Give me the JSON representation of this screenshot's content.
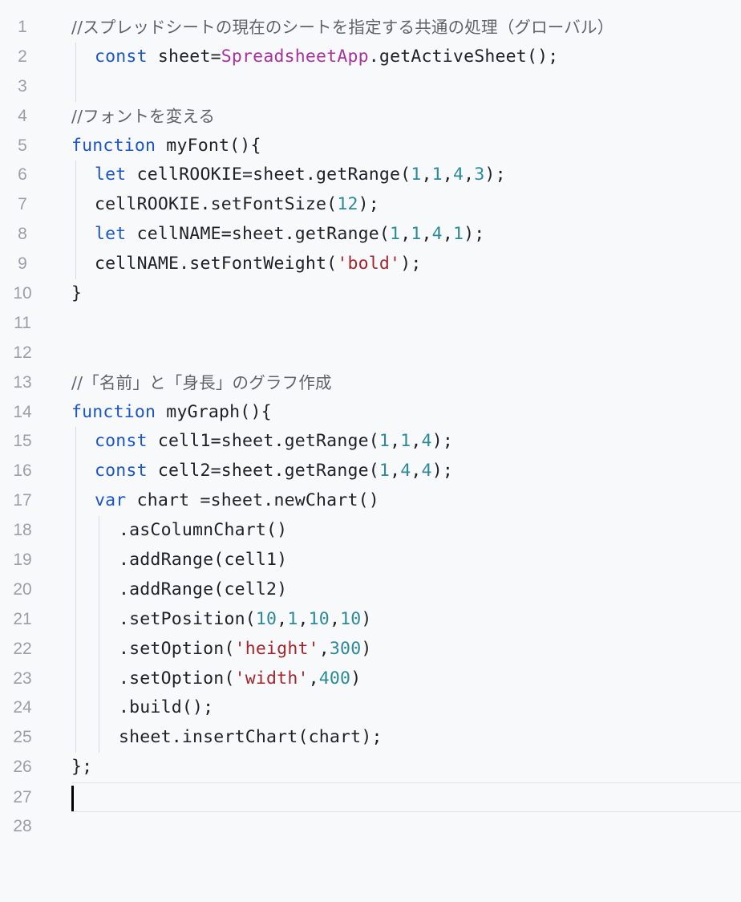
{
  "editor": {
    "lines": [
      {
        "n": "1",
        "c": "//スプレッドシートの現在のシートを指定する共通の処理（グローバル）"
      },
      {
        "n": "2",
        "kw": "const",
        "t1": " sheet=",
        "cls": "SpreadsheetApp",
        "t2": ".getActiveSheet();"
      },
      {
        "n": "3"
      },
      {
        "n": "4",
        "c": "//フォントを変える"
      },
      {
        "n": "5",
        "kw": "function",
        "t1": " myFont(){"
      },
      {
        "n": "6",
        "kw": "let",
        "t1": " cellROOKIE=sheet.getRange(",
        "a1": "1",
        "a2": "1",
        "a3": "4",
        "a4": "3",
        "t2": ");"
      },
      {
        "n": "7",
        "t1": "cellROOKIE.setFontSize(",
        "a1": "12",
        "t2": ");"
      },
      {
        "n": "8",
        "kw": "let",
        "t1": " cellNAME=sheet.getRange(",
        "a1": "1",
        "a2": "1",
        "a3": "4",
        "a4": "1",
        "t2": ");"
      },
      {
        "n": "9",
        "t1": "cellNAME.setFontWeight(",
        "s": "'bold'",
        "t2": ");"
      },
      {
        "n": "10",
        "t1": "}"
      },
      {
        "n": "11"
      },
      {
        "n": "12"
      },
      {
        "n": "13",
        "c": "//「名前」と「身長」のグラフ作成"
      },
      {
        "n": "14",
        "kw": "function",
        "t1": " myGraph(){"
      },
      {
        "n": "15",
        "kw": "const",
        "t1": " cell1=sheet.getRange(",
        "a1": "1",
        "a2": "1",
        "a3": "4",
        "t2": ");"
      },
      {
        "n": "16",
        "kw": "const",
        "t1": " cell2=sheet.getRange(",
        "a1": "1",
        "a2": "4",
        "a3": "4",
        "t2": ");"
      },
      {
        "n": "17",
        "kw": "var",
        "t1": " chart =sheet.newChart()"
      },
      {
        "n": "18",
        "t1": ".asColumnChart()"
      },
      {
        "n": "19",
        "t1": ".addRange(cell1)"
      },
      {
        "n": "20",
        "t1": ".addRange(cell2)"
      },
      {
        "n": "21",
        "t1": ".setPosition(",
        "a1": "10",
        "a2": "1",
        "a3": "10",
        "a4": "10",
        "t2": ")"
      },
      {
        "n": "22",
        "t1": ".setOption(",
        "s": "'height'",
        "t2": ",",
        "a1": "300",
        "t3": ")"
      },
      {
        "n": "23",
        "t1": ".setOption(",
        "s": "'width'",
        "t2": ",",
        "a1": "400",
        "t3": ")"
      },
      {
        "n": "24",
        "t1": ".build();"
      },
      {
        "n": "25",
        "t1": "sheet.insertChart(chart);"
      },
      {
        "n": "26",
        "t1": "};"
      },
      {
        "n": "27"
      },
      {
        "n": "28"
      }
    ]
  }
}
